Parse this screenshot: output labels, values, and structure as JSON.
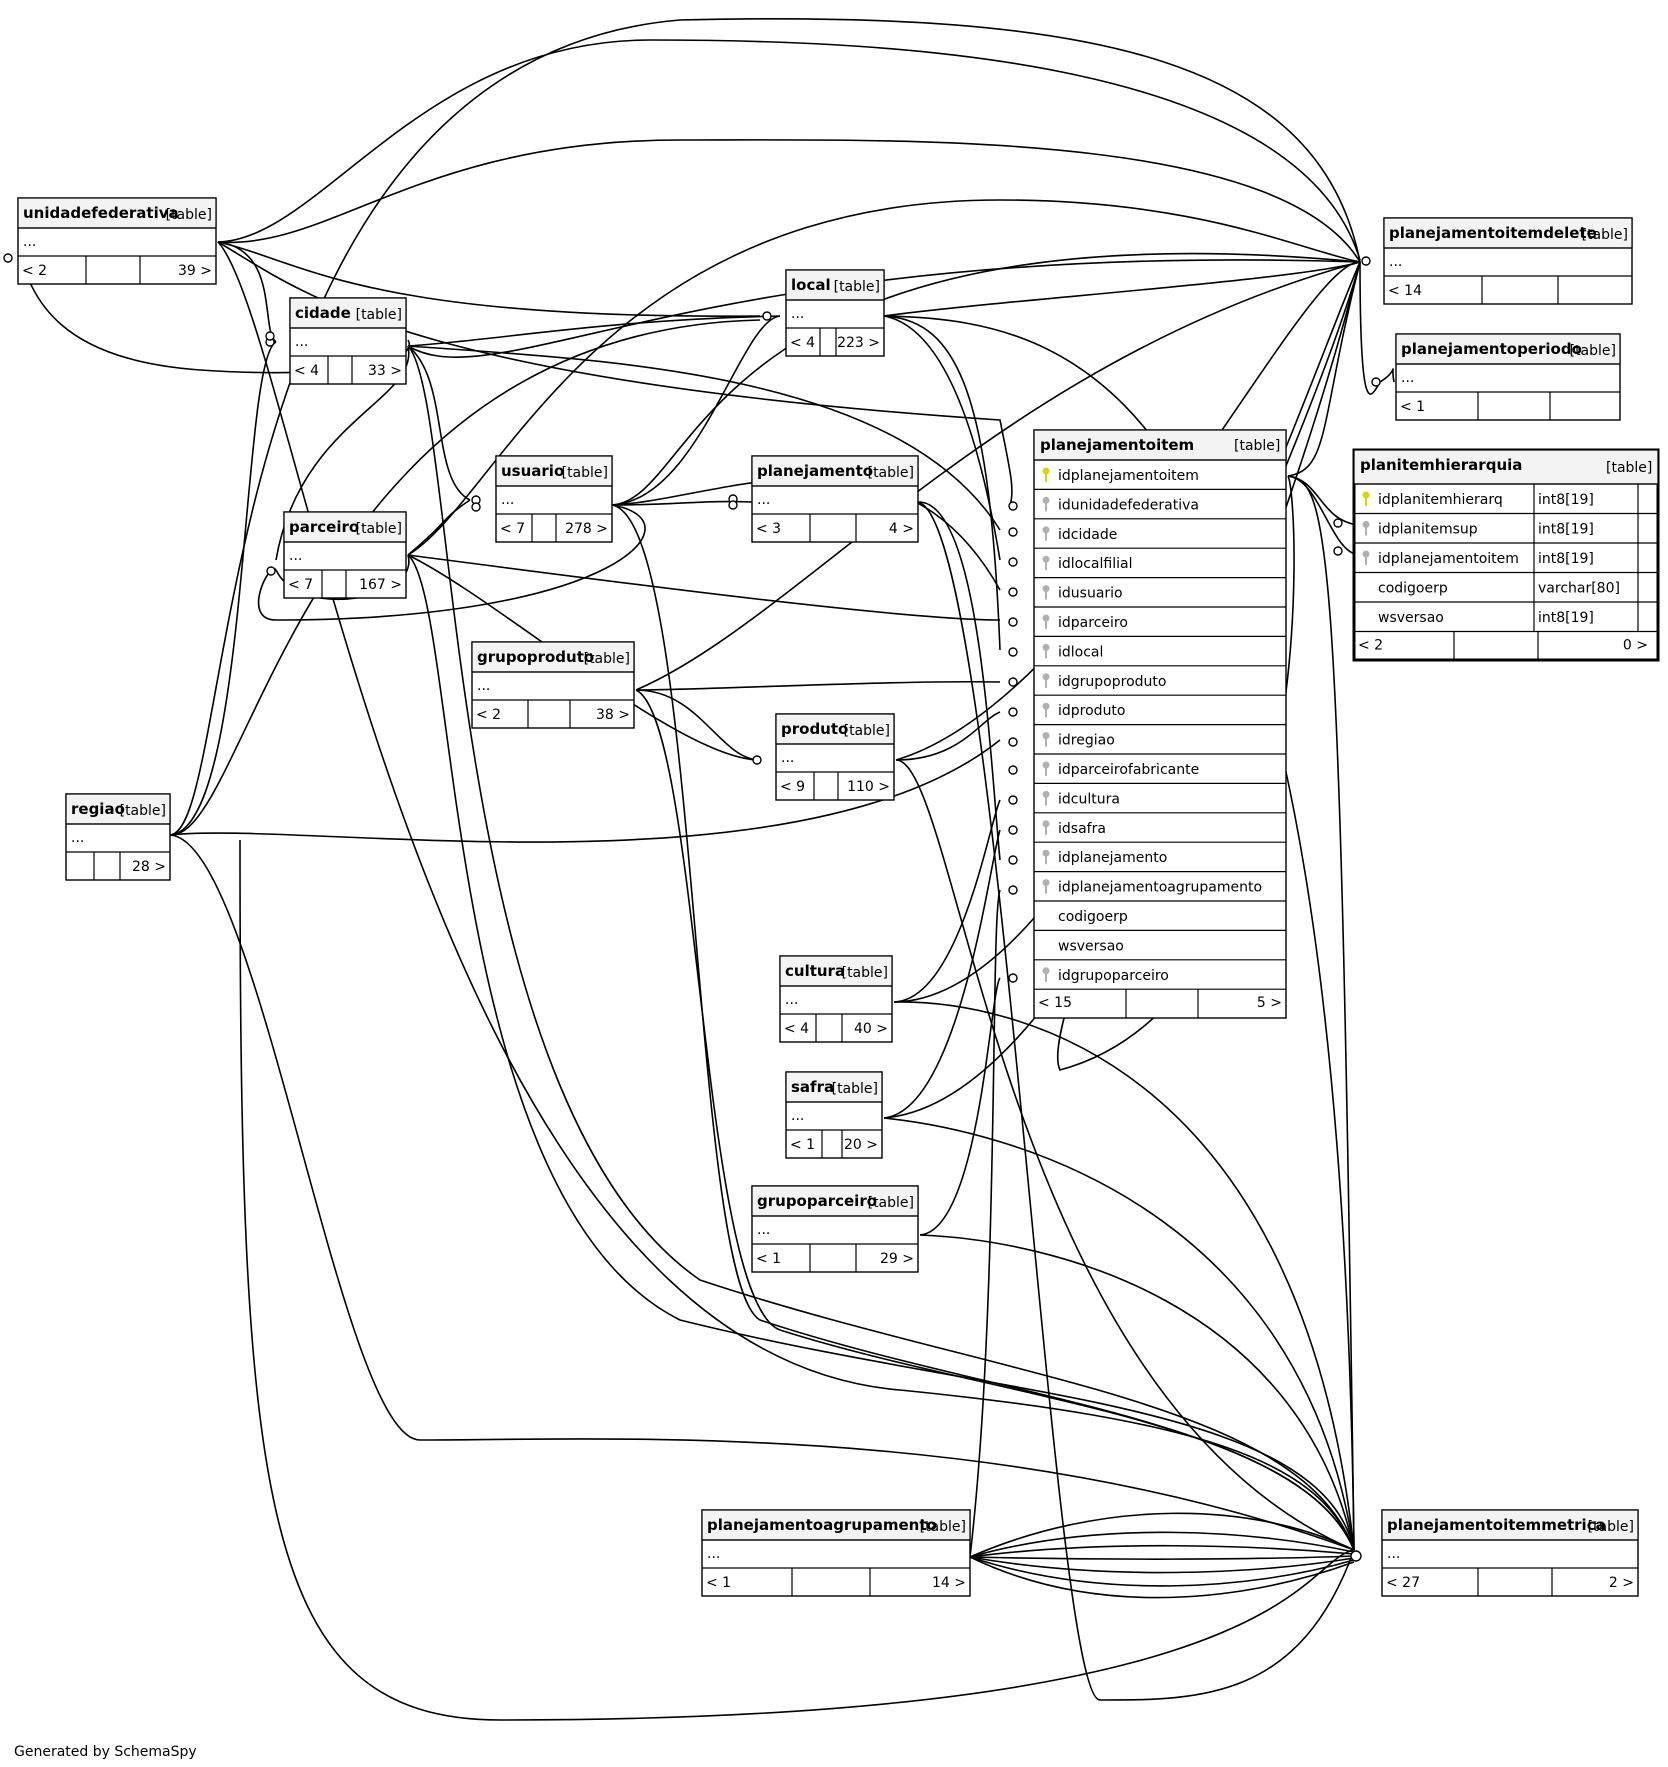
{
  "footer": "Generated by SchemaSpy",
  "kind_label": "[table]",
  "tables": [
    {
      "id": "unidadefederativa",
      "name": "unidadefederativa",
      "body": "...",
      "nav": [
        "< 2",
        "",
        "39 >"
      ]
    },
    {
      "id": "cidade",
      "name": "cidade",
      "body": "...",
      "nav": [
        "< 4",
        "",
        "33 >"
      ]
    },
    {
      "id": "parceiro",
      "name": "parceiro",
      "body": "...",
      "nav": [
        "< 7",
        "",
        "167 >"
      ]
    },
    {
      "id": "regiao",
      "name": "regiao",
      "body": "...",
      "nav": [
        "",
        "",
        "28 >"
      ]
    },
    {
      "id": "usuario",
      "name": "usuario",
      "body": "...",
      "nav": [
        "< 7",
        "",
        "278 >"
      ]
    },
    {
      "id": "grupoproduto",
      "name": "grupoproduto",
      "body": "...",
      "nav": [
        "< 2",
        "",
        "38 >"
      ]
    },
    {
      "id": "local",
      "name": "local",
      "body": "...",
      "nav": [
        "< 4",
        "",
        "223 >"
      ]
    },
    {
      "id": "planejamento",
      "name": "planejamento",
      "body": "...",
      "nav": [
        "< 3",
        "",
        "4 >"
      ]
    },
    {
      "id": "produto",
      "name": "produto",
      "body": "...",
      "nav": [
        "< 9",
        "",
        "110 >"
      ]
    },
    {
      "id": "cultura",
      "name": "cultura",
      "body": "...",
      "nav": [
        "< 4",
        "",
        "40 >"
      ]
    },
    {
      "id": "safra",
      "name": "safra",
      "body": "...",
      "nav": [
        "< 1",
        "",
        "20 >"
      ]
    },
    {
      "id": "grupoparceiro",
      "name": "grupoparceiro",
      "body": "...",
      "nav": [
        "< 1",
        "",
        "29 >"
      ]
    },
    {
      "id": "planejamentoagrupamento",
      "name": "planejamentoagrupamento",
      "body": "...",
      "nav": [
        "< 1",
        "",
        "14 >"
      ]
    },
    {
      "id": "planejamentoitemdelete",
      "name": "planejamentoitemdelete",
      "body": "...",
      "nav": [
        "< 14",
        "",
        ""
      ]
    },
    {
      "id": "planejamentoperiodo",
      "name": "planejamentoperiodo",
      "body": "...",
      "nav": [
        "< 1",
        "",
        ""
      ]
    },
    {
      "id": "planejamentoitemmetrica",
      "name": "planejamentoitemmetrica",
      "body": "...",
      "nav": [
        "< 27",
        "",
        "2 >"
      ]
    }
  ],
  "planejamentoitem": {
    "name": "planejamentoitem",
    "columns": [
      {
        "name": "idplanejamentoitem",
        "key": "pk"
      },
      {
        "name": "idunidadefederativa",
        "key": "fk"
      },
      {
        "name": "idcidade",
        "key": "fk"
      },
      {
        "name": "idlocalfilial",
        "key": "fk"
      },
      {
        "name": "idusuario",
        "key": "fk"
      },
      {
        "name": "idparceiro",
        "key": "fk"
      },
      {
        "name": "idlocal",
        "key": "fk"
      },
      {
        "name": "idgrupoproduto",
        "key": "fk"
      },
      {
        "name": "idproduto",
        "key": "fk"
      },
      {
        "name": "idregiao",
        "key": "fk"
      },
      {
        "name": "idparceirofabricante",
        "key": "fk"
      },
      {
        "name": "idcultura",
        "key": "fk"
      },
      {
        "name": "idsafra",
        "key": "fk"
      },
      {
        "name": "idplanejamento",
        "key": "fk"
      },
      {
        "name": "idplanejamentoagrupamento",
        "key": "fk"
      },
      {
        "name": "codigoerp",
        "key": ""
      },
      {
        "name": "wsversao",
        "key": ""
      },
      {
        "name": "idgrupoparceiro",
        "key": "fk"
      }
    ],
    "nav": [
      "< 15",
      "",
      "5 >"
    ]
  },
  "planitemhierarquia": {
    "name": "planitemhierarquia",
    "columns": [
      {
        "name": "idplanitemhierarq",
        "type": "int8[19]",
        "key": "pk"
      },
      {
        "name": "idplanitemsup",
        "type": "int8[19]",
        "key": "fk"
      },
      {
        "name": "idplanejamentoitem",
        "type": "int8[19]",
        "key": "fk"
      },
      {
        "name": "codigoerp",
        "type": "varchar[80]",
        "key": ""
      },
      {
        "name": "wsversao",
        "type": "int8[19]",
        "key": ""
      }
    ],
    "nav": [
      "< 2",
      "",
      "0 >"
    ]
  },
  "colors": {
    "pk_key": "#e0d400",
    "fk_key": "#b0b0b0",
    "line": "#000000",
    "header_bg": "#f3f3f3"
  }
}
